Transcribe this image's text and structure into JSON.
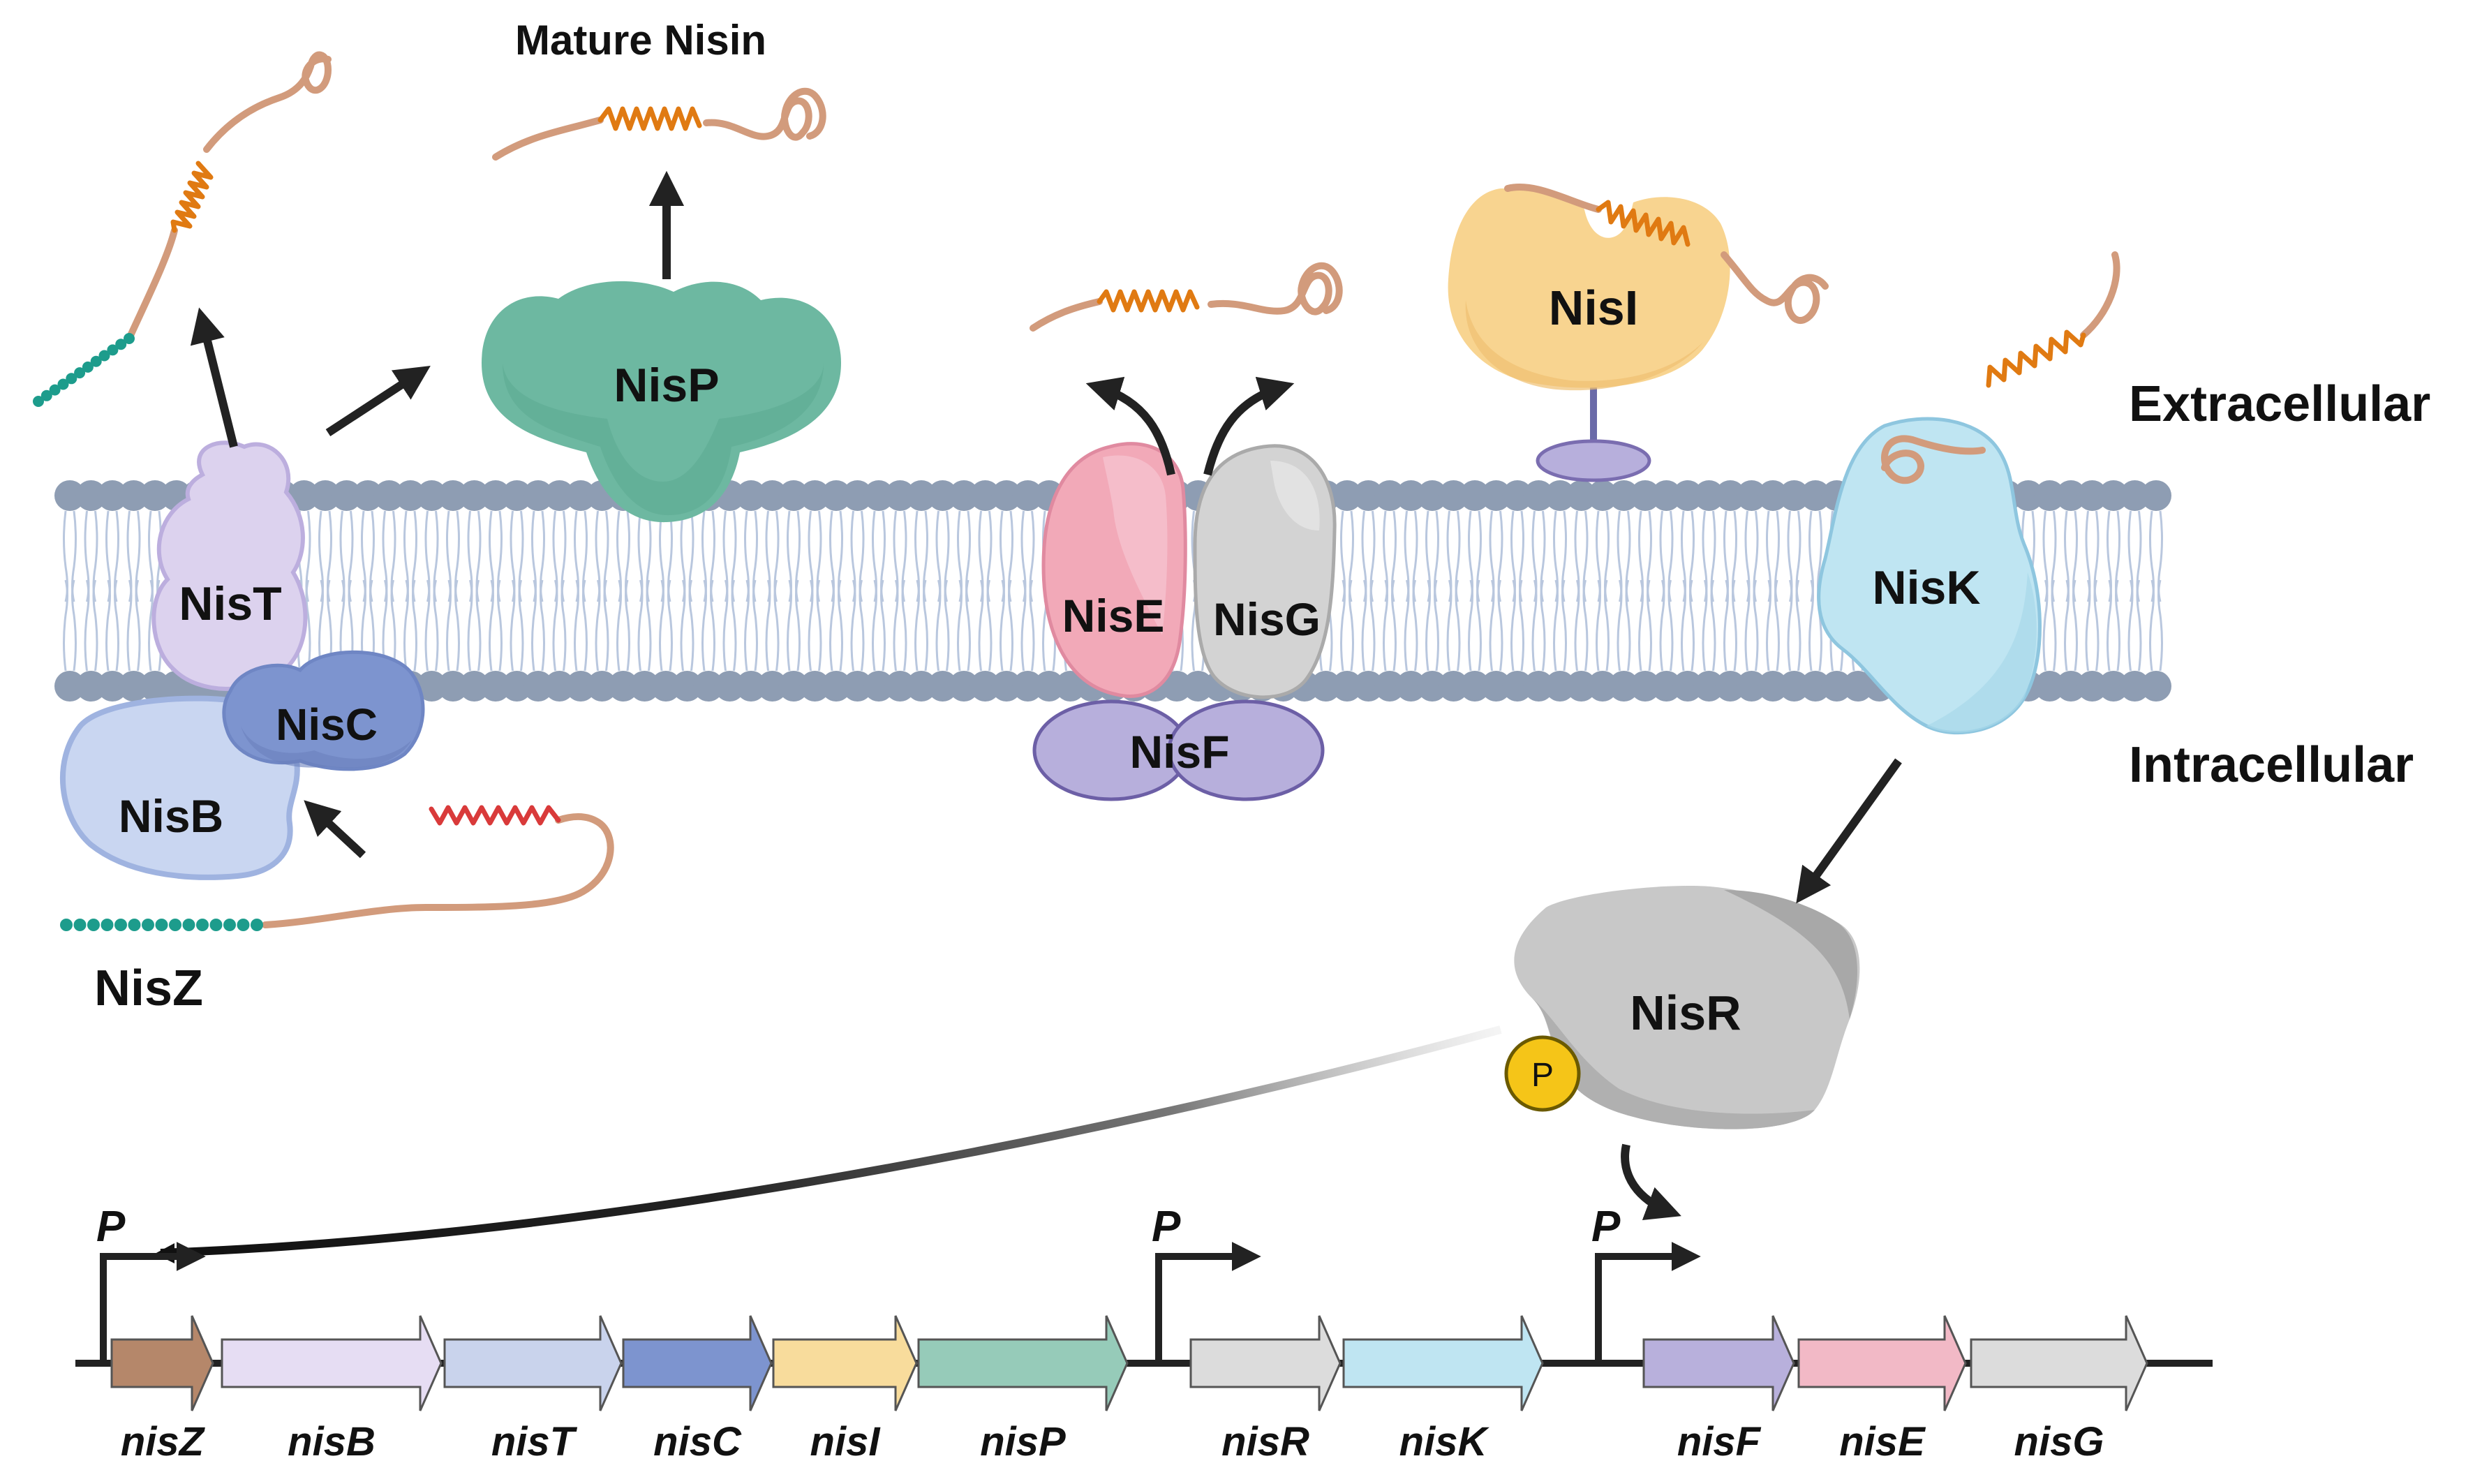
{
  "labels": {
    "mature_nisin": "Mature Nisin",
    "extracellular": "Extracellular",
    "intracellular": "Intracellular"
  },
  "proteins": {
    "nisP": "NisP",
    "nisT": "NisT",
    "nisC": "NisC",
    "nisB": "NisB",
    "nisZ": "NisZ",
    "nisE": "NisE",
    "nisG": "NisG",
    "nisF": "NisF",
    "nisI": "NisI",
    "nisK": "NisK",
    "nisR": "NisR",
    "phosphate": "P"
  },
  "promoter_label": "P",
  "genes": [
    {
      "name": "nisZ",
      "color": "#b5876a"
    },
    {
      "name": "nisB",
      "color": "#e6ddf3"
    },
    {
      "name": "nisT",
      "color": "#c9d3ec"
    },
    {
      "name": "nisC",
      "color": "#7d94cf"
    },
    {
      "name": "nisI",
      "color": "#f8dc9c"
    },
    {
      "name": "nisP",
      "color": "#96cbb9"
    },
    {
      "name": "nisR",
      "color": "#dcdcdc"
    },
    {
      "name": "nisK",
      "color": "#bfe5f2"
    },
    {
      "name": "nisF",
      "color": "#b8b0dc"
    },
    {
      "name": "nisE",
      "color": "#f2b9c6"
    },
    {
      "name": "nisG",
      "color": "#dcdcdc"
    }
  ],
  "colors": {
    "membrane_head": "#8e9db3",
    "membrane_tail": "#b9c7de",
    "peptide": "#d29b7c",
    "lanthionine": "#e07a12",
    "leader_red": "#d93a3a",
    "leader_bead": "#1d9c8c"
  }
}
